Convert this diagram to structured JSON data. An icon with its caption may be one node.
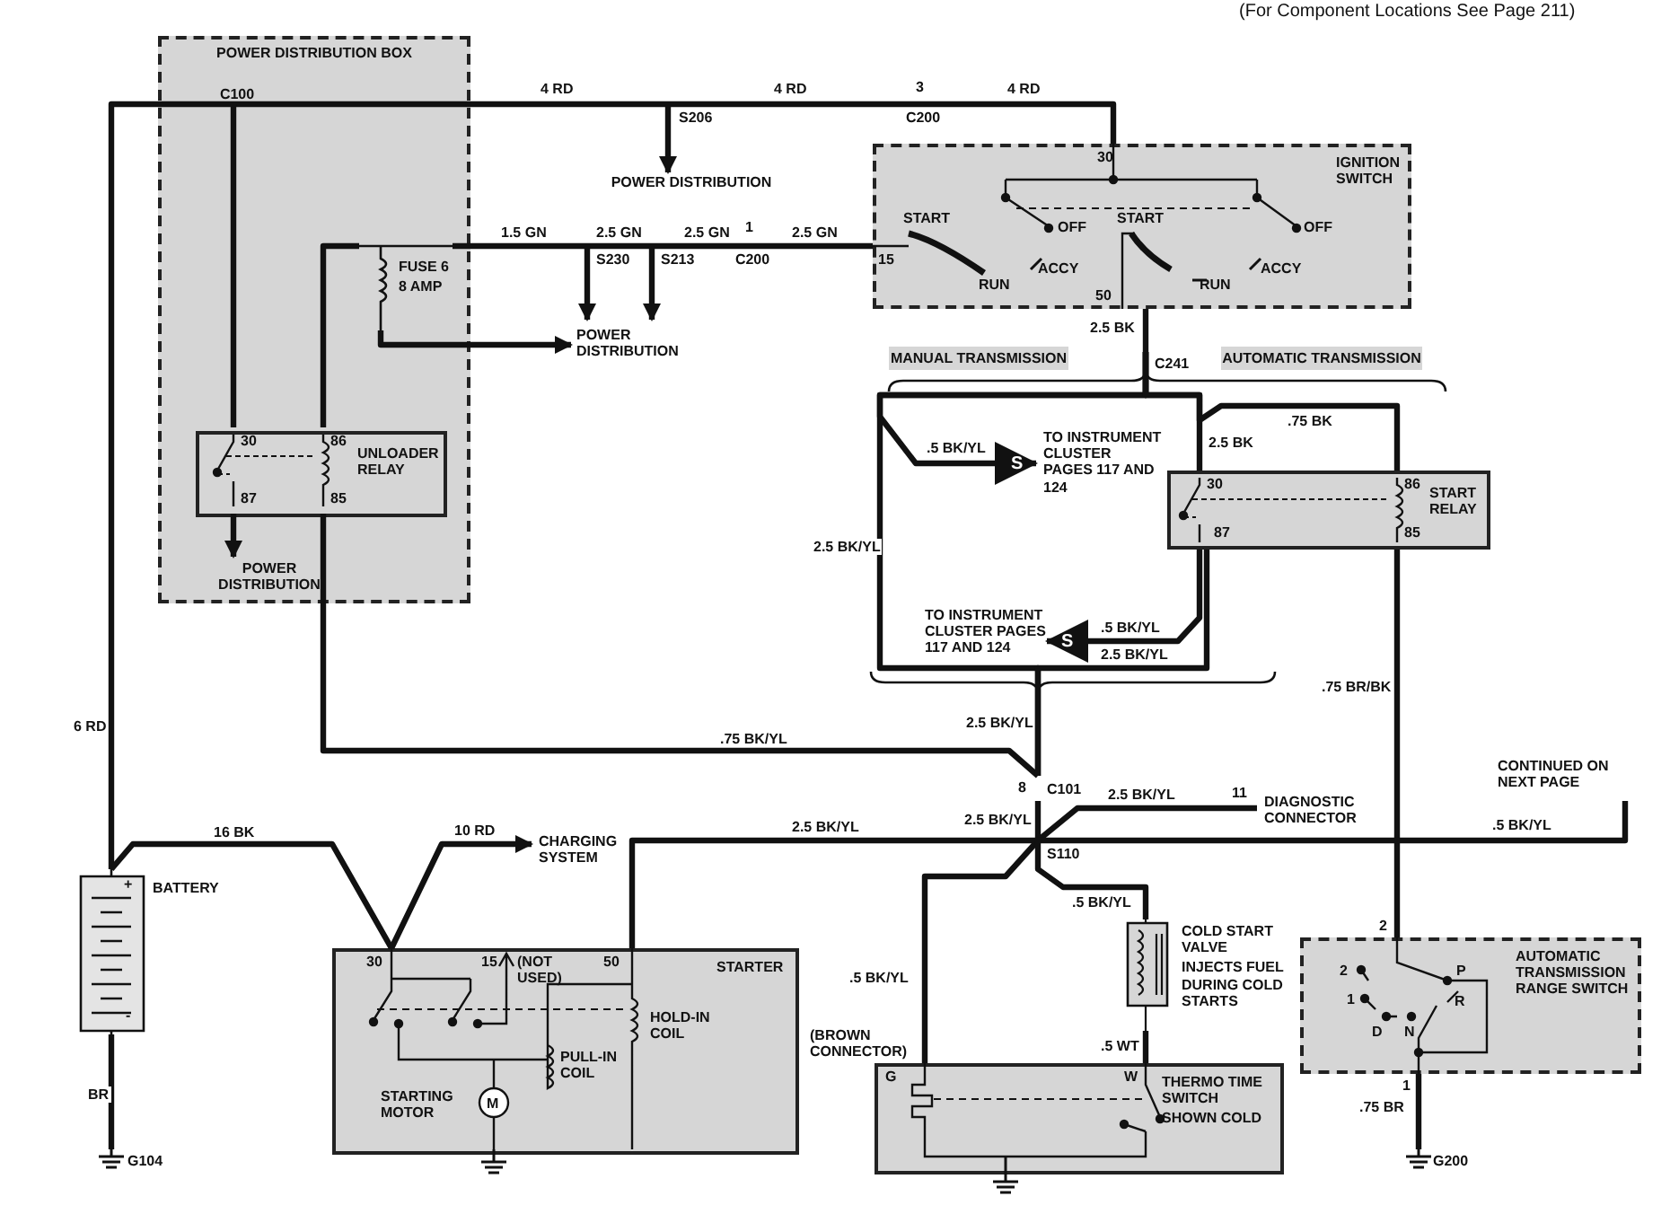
{
  "diagram": {
    "nodes": [
      {
        "text": [
          "POWER DISTRIBUTION BOX"
        ]
      },
      {
        "text": [
          "C100"
        ],
        "in": 0
      },
      {
        "text": [
          "FUSE 6",
          "8 AMP"
        ],
        "in": 0
      },
      {
        "text": [
          "UNLOADER RELAY"
        ],
        "in": 0
      },
      {
        "text": [
          "POWER DISTRIBUTION"
        ],
        "in": 0
      },
      {
        "text": [
          "S206"
        ]
      },
      {
        "text": [
          "POWER DISTRIBUTION"
        ]
      },
      {
        "text": [
          "C200"
        ],
        "beside": [
          "3"
        ]
      },
      {
        "text": [
          "S230"
        ]
      },
      {
        "text": [
          "S213"
        ]
      },
      {
        "text": [
          "C200"
        ],
        "beside": [
          "1"
        ]
      },
      {
        "text": [
          "POWER DISTRIBUTION"
        ]
      },
      {
        "text": [
          "IGNITION SWITCH"
        ]
      },
      {
        "text": [
          "C241"
        ]
      },
      {
        "text": [
          "MANUAL TRANSMISSION"
        ]
      },
      {
        "text": [
          "AUTOMATIC TRANSMISSION"
        ]
      },
      {
        "text": [
          "TO INSTRUMENT CLUSTER PAGES 117 AND 124"
        ]
      },
      {
        "text": [
          "START RELAY"
        ]
      },
      {
        "text": [
          "TO INSTRUMENT CLUSTER PAGES 117 AND 124"
        ]
      },
      {
        "text": [
          "C101"
        ],
        "beside": [
          "8"
        ]
      },
      {
        "text": [
          "DIAGNOSTIC CONNECTOR"
        ],
        "beside": [
          "11"
        ]
      },
      {
        "text": [
          "CONTINUED ON NEXT PAGE"
        ]
      },
      {
        "text": [
          "S110"
        ]
      },
      {
        "text": [
          "BATTERY"
        ]
      },
      {
        "text": [
          "CHARGING SYSTEM"
        ]
      },
      {
        "text": [
          "STARTER"
        ]
      },
      {
        "text": [
          "COLD START VALVE",
          "INJECTS FUEL DURING COLD STARTS"
        ]
      },
      {
        "text": [
          "THERMO TIME SWITCH",
          "SHOWN COLD"
        ]
      },
      {
        "text": [
          "AUTOMATIC TRANSMISSION RANGE SWITCH"
        ]
      },
      {
        "text": [
          "G104"
        ]
      },
      {
        "text": [
          "G200"
        ]
      }
    ],
    "edges": [
      {
        "from": 23,
        "to": 1,
        "arrow": "none",
        "label": "6 RD"
      },
      {
        "from": 1,
        "to": 5,
        "arrow": "none",
        "label": "4 RD"
      },
      {
        "from": 5,
        "to": 7,
        "arrow": "none",
        "label": "4 RD"
      },
      {
        "from": 7,
        "to": 12,
        "arrow": "none",
        "label": "4 RD"
      },
      {
        "from": 5,
        "to": 6,
        "arrow": "to"
      },
      {
        "from": 1,
        "to": 3,
        "arrow": "none"
      },
      {
        "from": 3,
        "to": 2,
        "arrow": "none"
      },
      {
        "from": 2,
        "to": 8,
        "arrow": "none",
        "label": "1.5 GN"
      },
      {
        "from": 8,
        "to": 9,
        "arrow": "none",
        "label": "2.5 GN"
      },
      {
        "from": 9,
        "to": 10,
        "arrow": "none",
        "label": "2.5 GN"
      },
      {
        "from": 10,
        "to": 12,
        "arrow": "none",
        "label": "2.5 GN"
      },
      {
        "from": 8,
        "to": 11,
        "arrow": "to"
      },
      {
        "from": 9,
        "to": 11,
        "arrow": "to"
      },
      {
        "from": 2,
        "to": 11,
        "arrow": "to"
      },
      {
        "from": 3,
        "to": 4,
        "arrow": "to"
      },
      {
        "from": 3,
        "to": 19,
        "arrow": "none",
        "label": ".75 BK/YL"
      },
      {
        "from": 12,
        "to": 13,
        "arrow": "none",
        "label": "2.5 BK"
      },
      {
        "from": 13,
        "to": 16,
        "arrow": "to",
        "label": ".5 BK/YL"
      },
      {
        "from": 13,
        "to": 19,
        "arrow": "none",
        "label": "2.5 BK/YL"
      },
      {
        "from": 13,
        "to": 17,
        "arrow": "none",
        "label": "2.5 BK"
      },
      {
        "from": 13,
        "to": 17,
        "arrow": "none",
        "label": ".75 BK"
      },
      {
        "from": 17,
        "to": 18,
        "arrow": "to",
        "label": ".5 BK/YL"
      },
      {
        "from": 17,
        "to": 19,
        "arrow": "none",
        "label": "2.5 BK/YL"
      },
      {
        "from": 17,
        "to": 28,
        "arrow": "none",
        "label": ".75 BR/BK"
      },
      {
        "from": 19,
        "to": 22,
        "arrow": "none",
        "label": "2.5 BK/YL"
      },
      {
        "from": 22,
        "to": 20,
        "arrow": "none",
        "label": "2.5 BK/YL"
      },
      {
        "from": 22,
        "to": 21,
        "arrow": "none",
        "label": ".5 BK/YL"
      },
      {
        "from": 22,
        "to": 25,
        "arrow": "none",
        "label": "2.5 BK/YL"
      },
      {
        "from": 22,
        "to": 27,
        "arrow": "none",
        "label": ".5 BK/YL"
      },
      {
        "from": 22,
        "to": 26,
        "arrow": "none",
        "label": ".5 BK/YL"
      },
      {
        "from": 26,
        "to": 27,
        "arrow": "none",
        "label": ".5 WT"
      },
      {
        "from": 23,
        "to": 25,
        "arrow": "none",
        "label": "16 BK"
      },
      {
        "from": 25,
        "to": 24,
        "arrow": "to",
        "label": "10 RD"
      },
      {
        "from": 23,
        "to": 29,
        "arrow": "none",
        "label": "BR"
      },
      {
        "from": 28,
        "to": 30,
        "arrow": "none",
        "label": ".75 BR"
      }
    ],
    "labels": [
      "(For Component Locations See Page 211)",
      "30",
      "START",
      "OFF",
      "START",
      "OFF",
      "15",
      "RUN",
      "ACCY",
      "RUN",
      "ACCY",
      "50",
      "30",
      "86",
      "87",
      "85",
      "30",
      "86",
      "87",
      "85",
      "S",
      "S",
      "2.5 BK/YL",
      "+",
      "-",
      "30",
      "15",
      "(NOT USED)",
      "50",
      "HOLD-IN COIL",
      "PULL-IN COIL",
      "STARTING MOTOR",
      "M",
      "(BROWN CONNECTOR)",
      "G",
      "W",
      "2",
      "2",
      "P",
      "1",
      "R",
      "D",
      "N",
      "1"
    ]
  }
}
